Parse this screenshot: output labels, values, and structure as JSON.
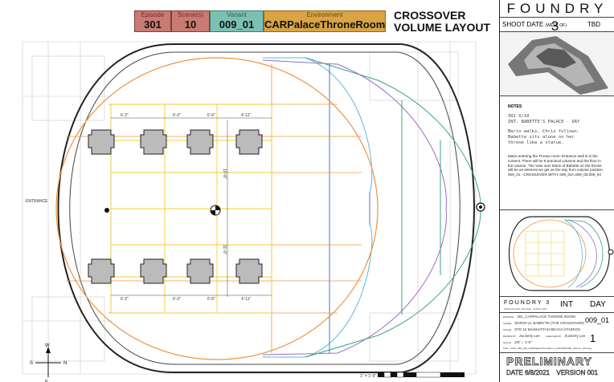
{
  "header": {
    "episode_label": "Episode",
    "episode": "301",
    "scene_label": "Scene(s)",
    "scene": "10",
    "variant_label": "Variant",
    "variant": "009_01",
    "environment_label": "Environment",
    "environment": "CARPalaceThroneRoom",
    "title_line1": "CROSSOVER",
    "title_line2": "VOLUME LAYOUT"
  },
  "title_block": {
    "logo": "FOUNDRY 3",
    "shoot_date_label": "SHOOT DATE",
    "shoot_date_sub": "(WEEK OF)",
    "shoot_date": "TBD",
    "notes_heading": "NOTES",
    "script_lines": [
      "301 X/10",
      "INT. BABETTE'S PALACE - DAY",
      "",
      "Mario walks, Chris follows.",
      "Babette sits alone on her",
      "throne like a statue."
    ],
    "notes_text": "Mario entering the Throne room: Entrance wall is in the content. There will be 8 practical columns and the floor in the volume. The view over Mario of Babette on the throne will be an element we get on the day from volume position 009_01. -CROSSOVER WITH: 009_02A,009_03,009_04",
    "tb_logo": "FOUNDRY 3",
    "tb_logo_sub": "PRODUCTION VOLUME · SHOOT DAY",
    "int_ext": "INT",
    "day_night": "DAY",
    "variant": "009_01",
    "sheet": "1",
    "rows": [
      {
        "label": "EPISODE",
        "value": "301_CARPALACE THRONE ROOM"
      },
      {
        "label": "SCENE",
        "value": "MARIO vs. BABETTE (THE CROSSOVER)"
      },
      {
        "label": "STAGE",
        "value": "STG 15 MANHATTAN BEACH STUDIOS"
      },
      {
        "label": "DRAWN BY",
        "value": "Zuckerly Lee"
      },
      {
        "label": "SCALE",
        "value": "1/8\" = 1'-0\""
      },
      {
        "label": "FILE",
        "value": "P301_009_010_CARPalaceThroneRoom_CROSSOVER_Volume_v01.dwg"
      }
    ],
    "drawn_by_label": "DRAWN BY",
    "drawn_by": "Zuckerly Lee",
    "checked_by_label": "CHECKED BY",
    "checked_by": "Zuckerly Lee",
    "preliminary": "PRELIMINARY",
    "date_label": "DATE",
    "date": "6/8/2021",
    "version_label": "VERSION",
    "version": "001"
  },
  "plan": {
    "entrance_label": "ENTRANCE",
    "dims_top": [
      "6'-2\"",
      "6'-3\"",
      "6'-6\"",
      "4'-11\""
    ],
    "dims_bottom": [
      "6'-2\"",
      "6'-3\"",
      "6'-6\"",
      "4'-11\""
    ],
    "dim_vertical_top": "10'-8\"",
    "dim_vertical_bottom": "11'-0\"",
    "compass_n": "N",
    "compass_s": "S",
    "compass_e": "E",
    "compass_w": "W",
    "scale_text": "1\" = 1'-0\""
  },
  "colors": {
    "episode_bg": "#c97a72",
    "variant_bg": "#7cc0b4",
    "environment_bg": "#d9a441",
    "orange_line": "#f0923a",
    "yellow_line": "#f5cc34",
    "cyan_line": "#5ab9d8",
    "green_line": "#38a38a",
    "purple_line": "#9a6bc9",
    "blue_line": "#4a6fd1"
  }
}
